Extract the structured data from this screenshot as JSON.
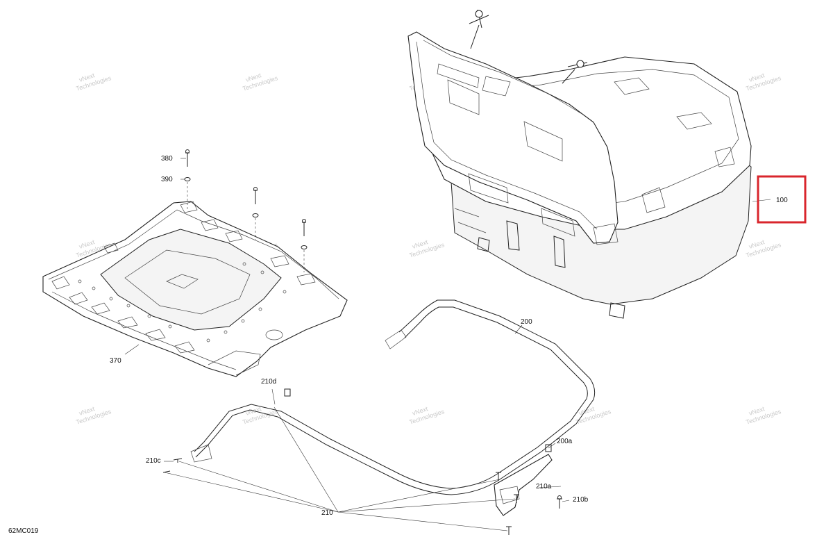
{
  "diagram_code": "62MC019",
  "callouts": {
    "c100": "100",
    "c200": "200",
    "c200a": "200a",
    "c210": "210",
    "c210a": "210a",
    "c210b": "210b",
    "c210c": "210c",
    "c210d": "210d",
    "c370": "370",
    "c380": "380",
    "c390": "390"
  },
  "watermark": {
    "line1": "vNext",
    "line2": "Technologies"
  },
  "highlight_color": "#d9262c"
}
